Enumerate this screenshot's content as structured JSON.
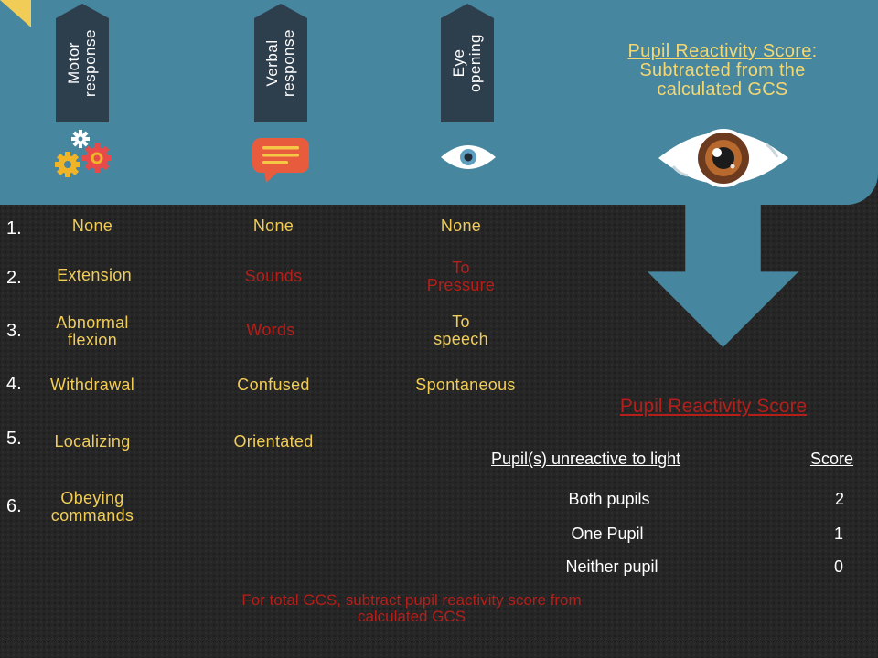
{
  "columns": [
    {
      "title": "Motor\nresponse",
      "icon": "gears-icon"
    },
    {
      "title": "Verbal\nresponse",
      "icon": "speech-bubble-icon"
    },
    {
      "title": "Eye\nopening",
      "icon": "eye-icon"
    }
  ],
  "pupil_title": {
    "underlined": "Pupil Reactivity Score",
    "colon": ":",
    "rest": "Subtracted from the\ncalculated GCS"
  },
  "rows": [
    {
      "num": "1.",
      "motor": "None",
      "verbal": "None",
      "eye": "None"
    },
    {
      "num": "2.",
      "motor": "Extension",
      "verbal": "Sounds",
      "eye": "To\nPressure"
    },
    {
      "num": "3.",
      "motor": "Abnormal\nflexion",
      "verbal": "Words",
      "eye": "To\nspeech"
    },
    {
      "num": "4.",
      "motor": "Withdrawal",
      "verbal": "Confused",
      "eye": "Spontaneous"
    },
    {
      "num": "5.",
      "motor": "Localizing",
      "verbal": "Orientated",
      "eye": ""
    },
    {
      "num": "6.",
      "motor": "Obeying\ncommands",
      "verbal": "",
      "eye": ""
    }
  ],
  "pupil_table": {
    "heading": "Pupil Reactivity Score",
    "col1": "Pupil(s) unreactive to light",
    "col2": "Score",
    "rows": [
      {
        "label": "Both pupils",
        "score": "2"
      },
      {
        "label": "One Pupil",
        "score": "1"
      },
      {
        "label": "Neither pupil",
        "score": "0"
      }
    ]
  },
  "footer_note": "For total GCS, subtract pupil reactivity score from\ncalculated GCS",
  "colors": {
    "band": "#47869f",
    "banner": "#2d3e4d",
    "yellow": "#f1cd57",
    "red": "#b51f1a",
    "title_yellow": "#f3d773"
  }
}
